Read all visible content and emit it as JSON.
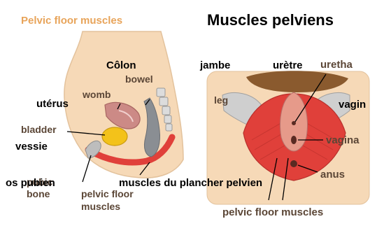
{
  "title_en": "Pelvic floor muscles",
  "title_fr": "Muscles pelviens",
  "side_view": {
    "colon_fr": "Côlon",
    "bowel": "bowel",
    "womb": "womb",
    "uterus_fr": "utérus",
    "bladder": "bladder",
    "bladder_fr": "vessie",
    "pubic_bone_line1": "pubic",
    "pubic_bone_line2": "bone",
    "pubic_bone_fr": "os pubien",
    "pelvic_floor_line1": "pelvic floor",
    "pelvic_floor_line2": "muscles",
    "pelvic_floor_fr": "muscles du plancher pelvien"
  },
  "front_view": {
    "leg_fr": "jambe",
    "leg": "leg",
    "urethra_fr": "urètre",
    "urethra": "uretha",
    "vagina_fr": "vagin",
    "vagina": "vagina",
    "anus": "anus",
    "pelvic_floor_muscles": "pelvic floor muscles"
  },
  "colors": {
    "skin": "#f6d9b7",
    "muscle": "#e0403a",
    "bladder": "#f3c21a",
    "bowel": "#8a8e93",
    "womb": "#cc8a86",
    "bone": "#bdbdbd",
    "label_brown": "#5b4636",
    "title_orange": "#e8a45a"
  }
}
